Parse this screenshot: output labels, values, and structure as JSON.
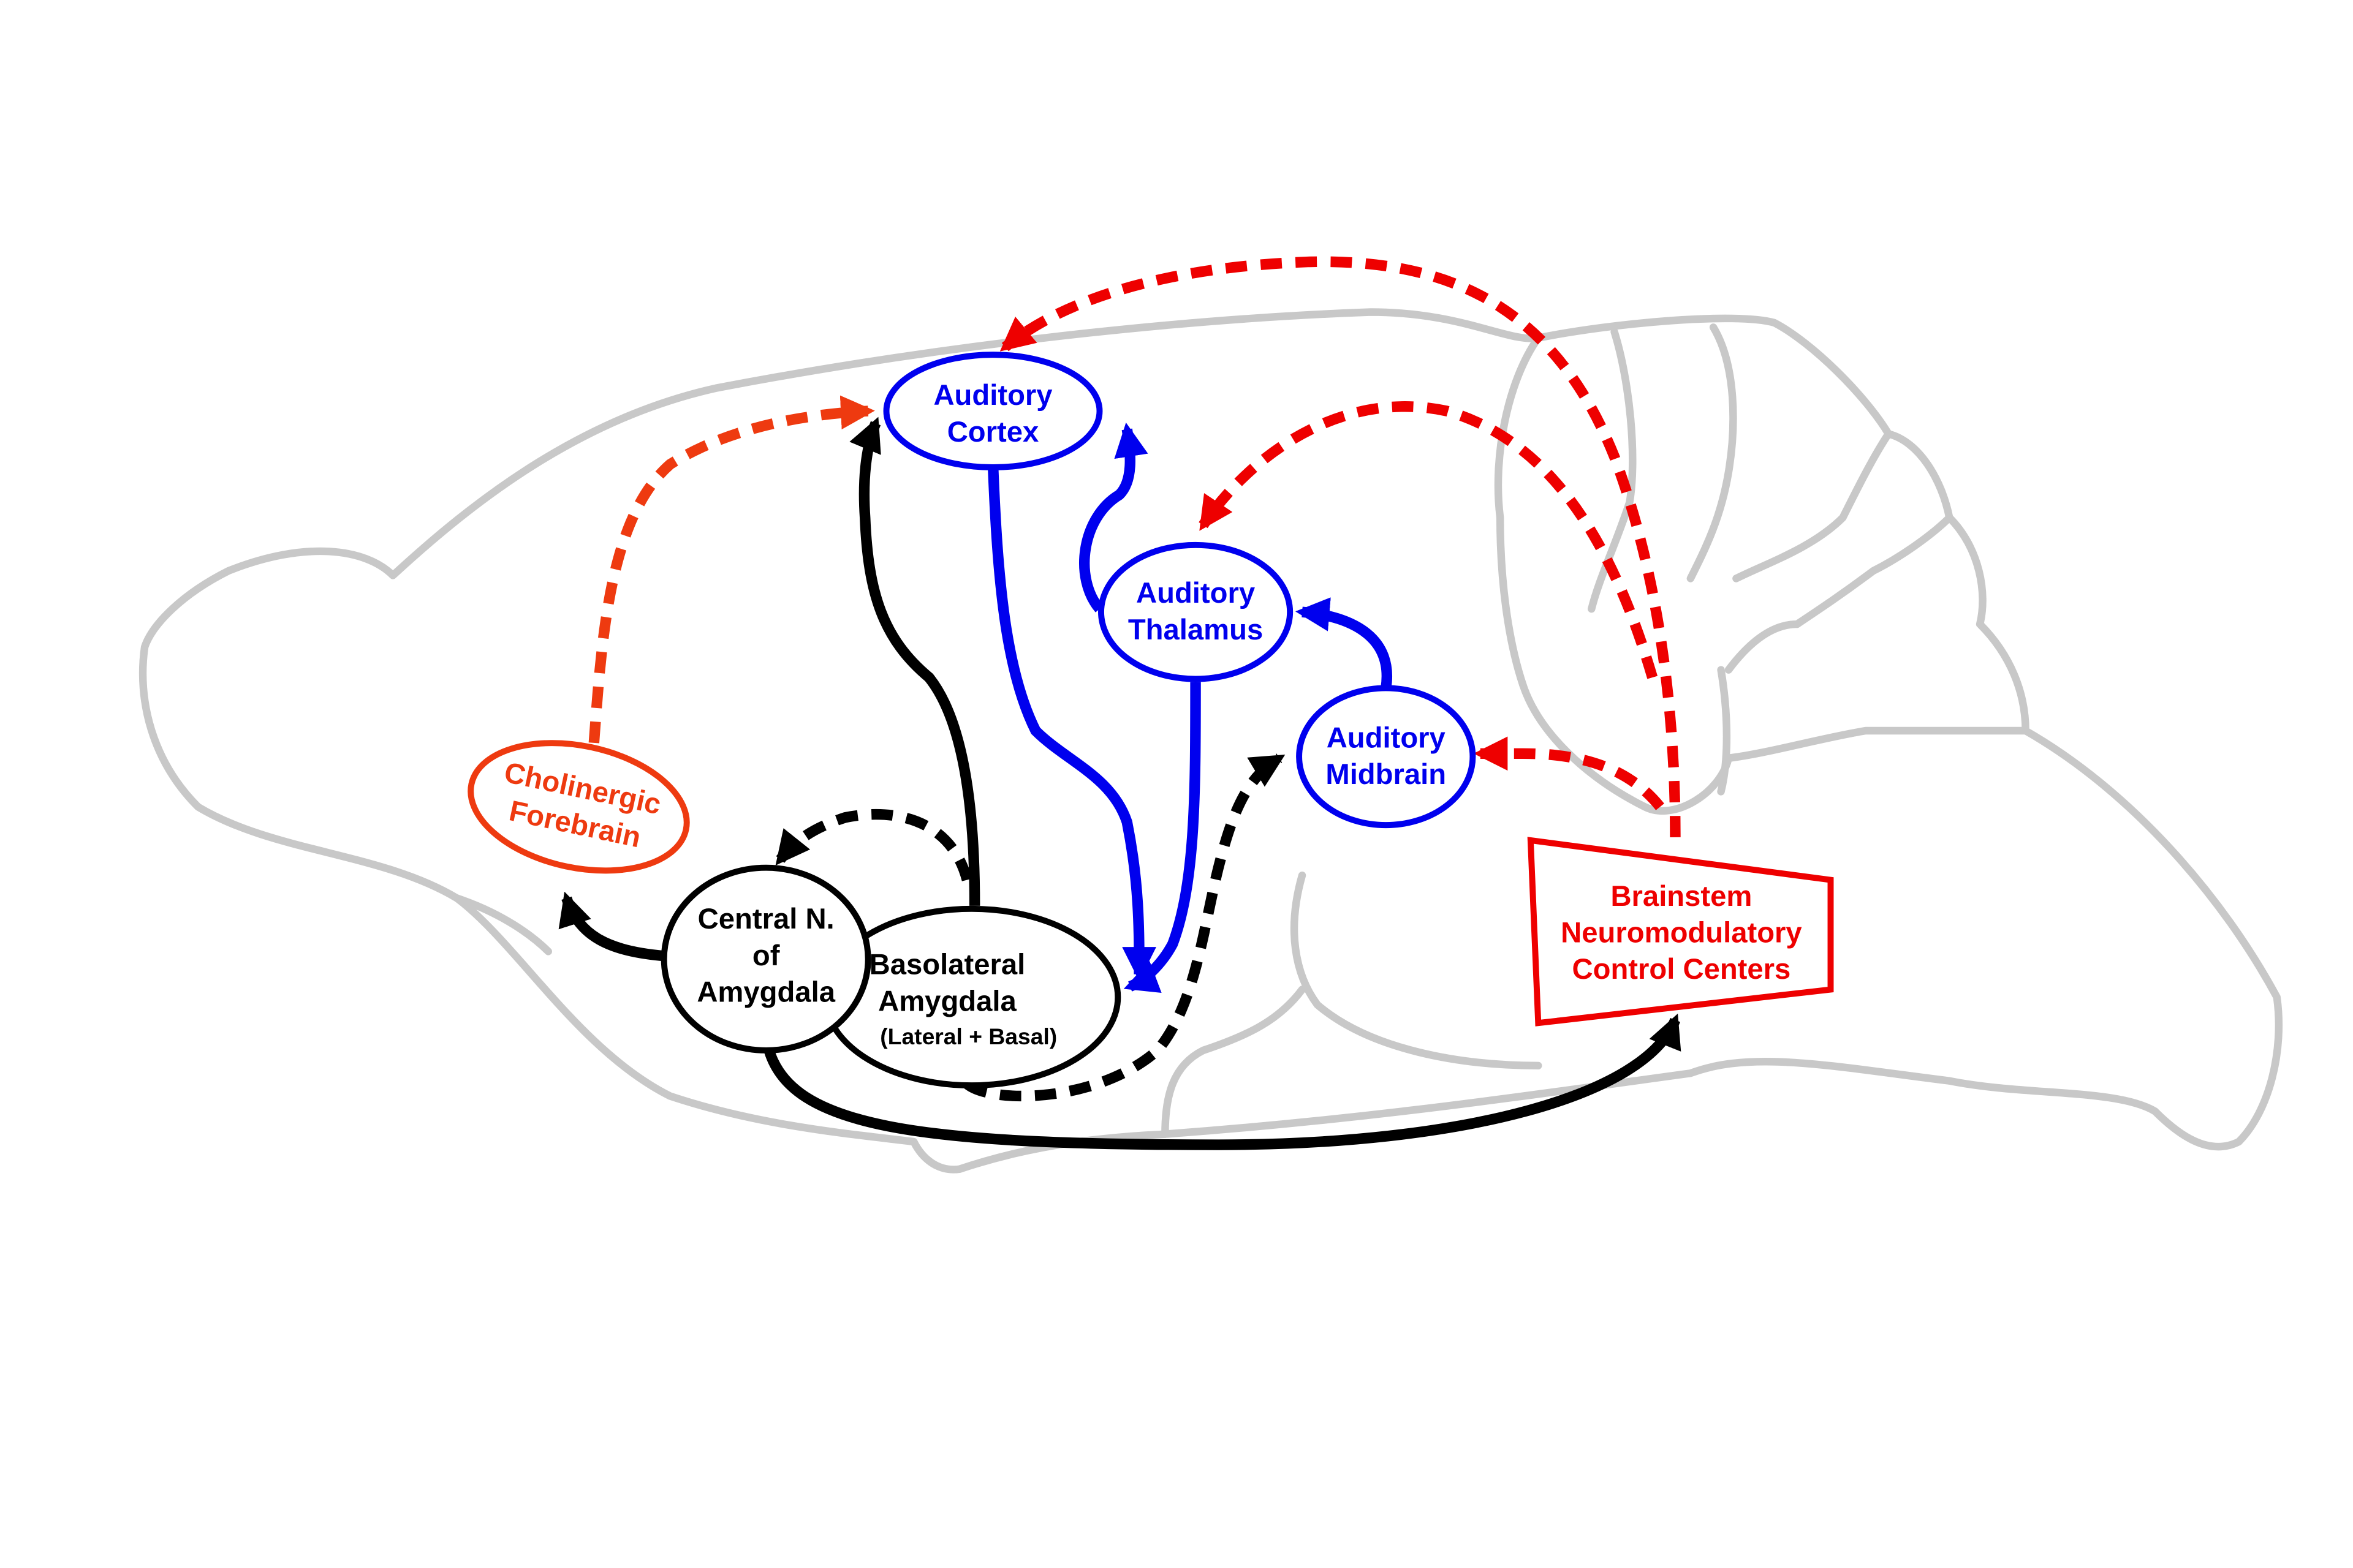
{
  "colors": {
    "brain_outline": "#c8c8c8",
    "auditory_pathway": "#0000ee",
    "amygdala": "#000000",
    "cholinergic": "#ee3a10",
    "neuromodulatory": "#ee0000"
  },
  "nodes": {
    "auditory_cortex": {
      "line1": "Auditory",
      "line2": "Cortex"
    },
    "auditory_thalamus": {
      "line1": "Auditory",
      "line2": "Thalamus"
    },
    "auditory_midbrain": {
      "line1": "Auditory",
      "line2": "Midbrain"
    },
    "cholinergic_forebrain": {
      "line1": "Cholinergic",
      "line2": "Forebrain"
    },
    "central_amygdala": {
      "line1": "Central N.",
      "line2": "of",
      "line3": "Amygdala"
    },
    "basolateral_amygdala": {
      "line1": "Basolateral",
      "line2": "Amygdala",
      "line3": "(Lateral + Basal)"
    },
    "brainstem": {
      "line1": "Brainstem",
      "line2": "Neuromodulatory",
      "line3": "Control Centers"
    }
  }
}
